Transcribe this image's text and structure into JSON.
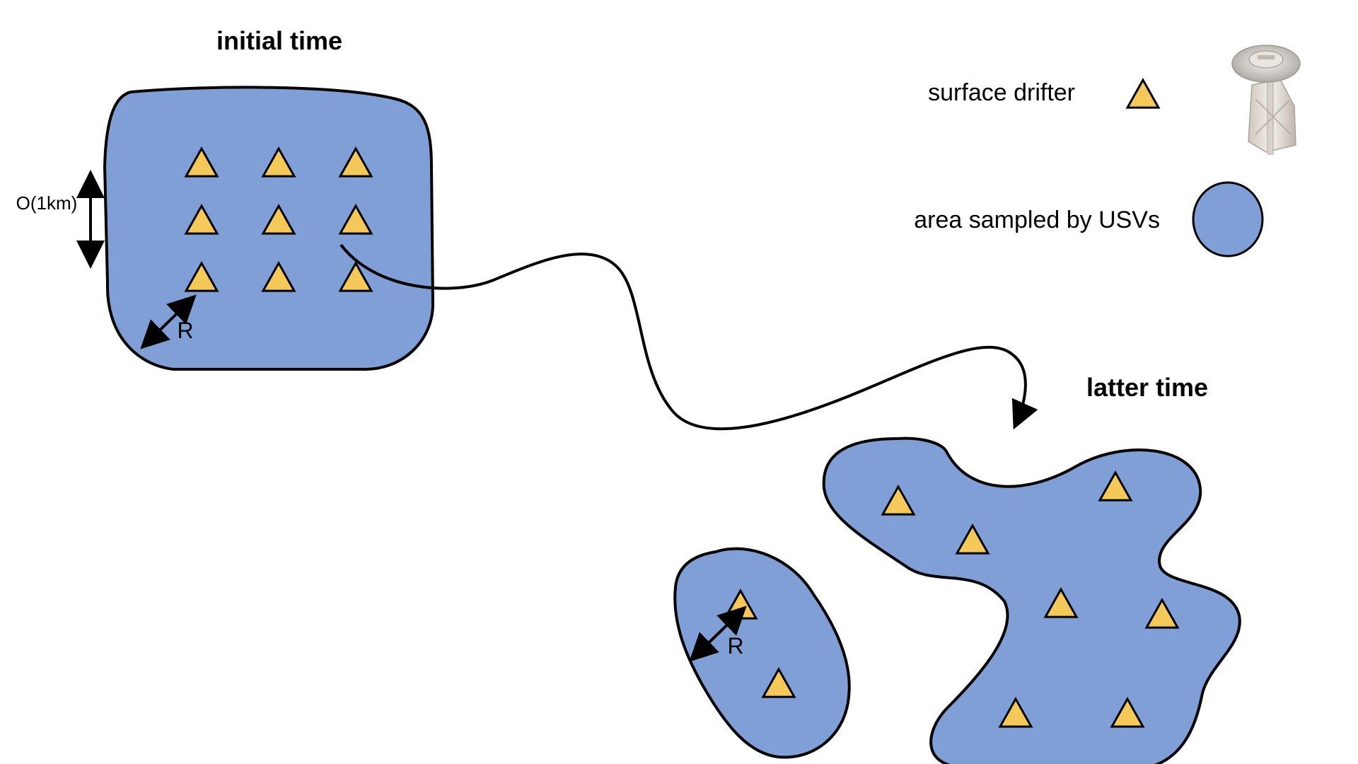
{
  "titles": {
    "initial": "initial time",
    "latter": "latter time"
  },
  "labels": {
    "scale": "O(1km)",
    "radius_initial": "R",
    "radius_latter": "R"
  },
  "legend": {
    "drifter_label": "surface drifter",
    "drifter_icon": "triangle-icon",
    "drifter_image": "drifter-device-image",
    "area_label": "area sampled by USVs",
    "area_icon": "blue-ellipse-icon"
  },
  "colors": {
    "area_fill": "#7F9FD6",
    "outline": "#000000",
    "drifter_fill": "#F5C85A"
  }
}
